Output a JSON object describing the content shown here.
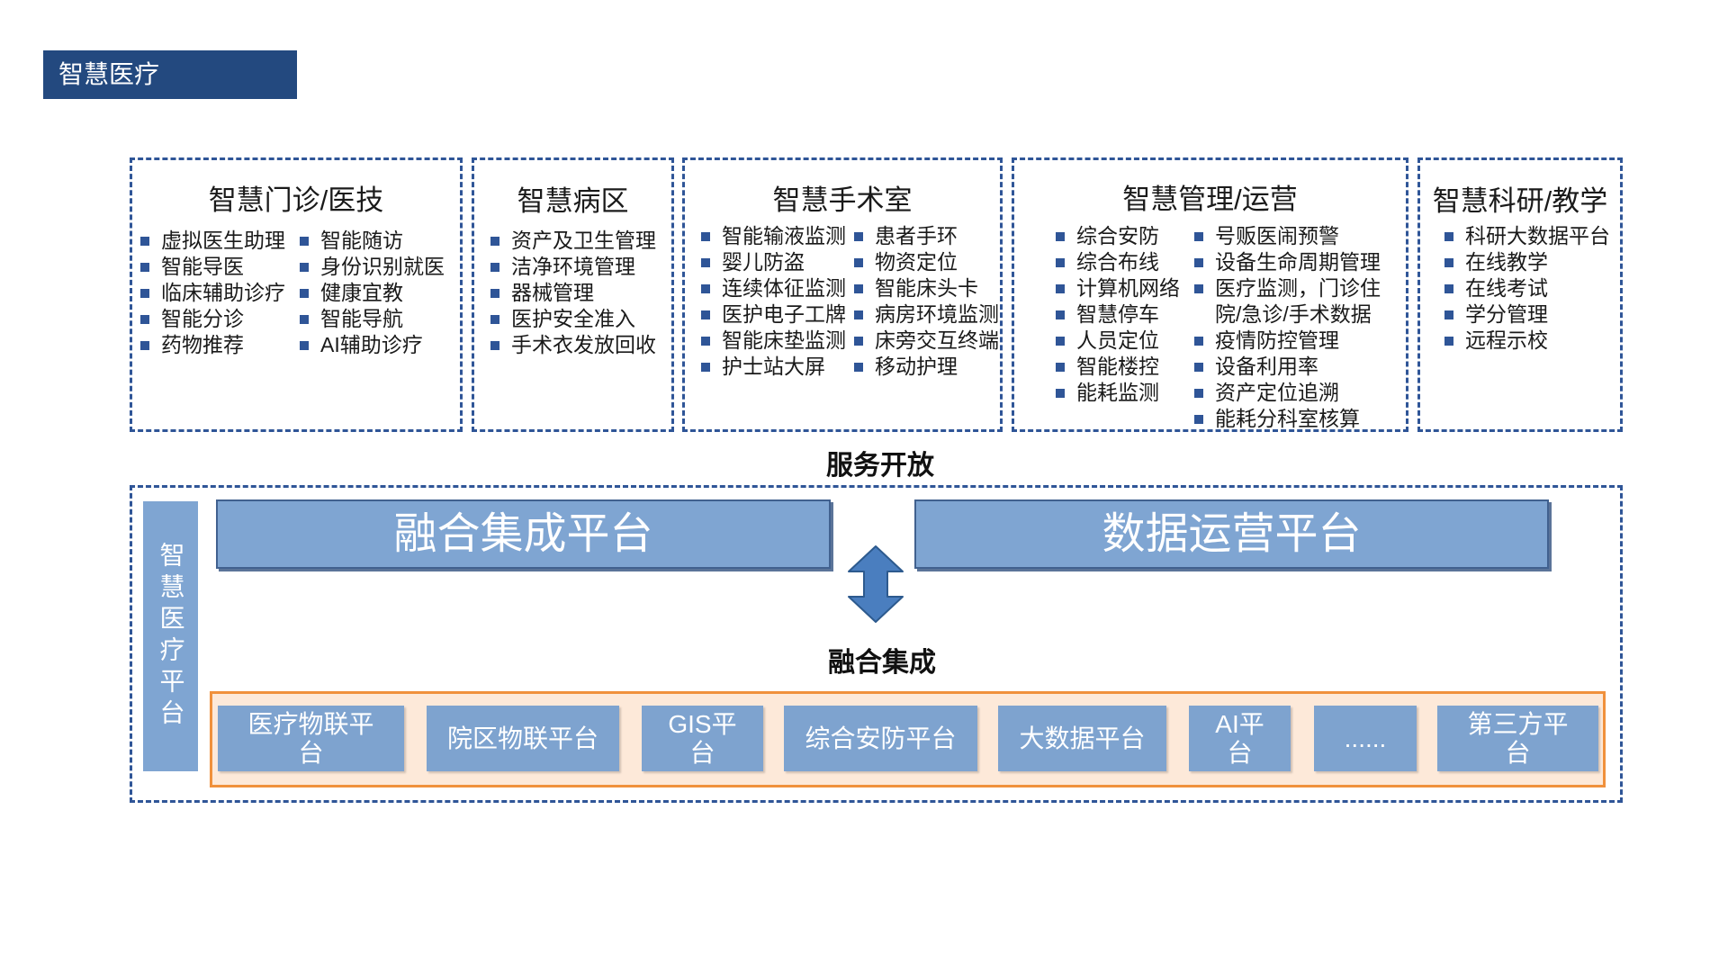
{
  "title": "智慧医疗",
  "modules": [
    {
      "title": "智慧门诊/医技",
      "columns": [
        [
          "虚拟医生助理",
          "智能导医",
          "临床辅助诊疗",
          "智能分诊",
          "药物推荐"
        ],
        [
          "智能随访",
          "身份识别就医",
          "健康宜教",
          "智能导航",
          "AI辅助诊疗"
        ]
      ]
    },
    {
      "title": "智慧病区",
      "columns": [
        [
          "资产及卫生管理",
          "洁净环境管理",
          "器械管理",
          "医护安全准入",
          "手术衣发放回收"
        ]
      ]
    },
    {
      "title": "智慧手术室",
      "columns": [
        [
          "智能输液监测",
          "婴儿防盗",
          "连续体征监测",
          "医护电子工牌",
          "智能床垫监测",
          "护士站大屏"
        ],
        [
          "患者手环",
          "物资定位",
          "智能床头卡",
          "病房环境监测",
          "床旁交互终端",
          "移动护理"
        ]
      ]
    },
    {
      "title": "智慧管理/运营",
      "columns": [
        [
          "综合安防",
          "综合布线",
          "计算机网络",
          "智慧停车",
          "人员定位",
          "智能楼控",
          "能耗监测"
        ],
        [
          "号贩医闹预警",
          "设备生命周期管理",
          "医疗监测，门诊住院/急诊/手术数据",
          "疫情防控管理",
          "设备利用率",
          "资产定位追溯",
          "能耗分科室核算"
        ]
      ]
    },
    {
      "title": "智慧科研/教学",
      "columns": [
        [
          "科研大数据平台",
          "在线教学",
          "在线考试",
          "学分管理",
          "远程示校"
        ]
      ]
    }
  ],
  "service_open_label": "服务开放",
  "platform": {
    "side_label": "智慧医疗平台",
    "top_platforms": [
      "融合集成平台",
      "数据运营平台"
    ],
    "integration_label": "融合集成",
    "sub_platforms": [
      "医疗物联平台",
      "院区物联平台",
      "GIS平台",
      "综合安防平台",
      "大数据平台",
      "AI平台",
      "......",
      "第三方平台"
    ]
  },
  "colors": {
    "title_bg": "#23497f",
    "dash_border": "#2f5597",
    "bullet": "#2f5597",
    "platform_fill": "#7fa5d2",
    "sub_platform_fill": "#7ea3cf",
    "orange_border": "#f0913c",
    "orange_fill": "#fde9d9",
    "arrow_fill": "#4a7ebf"
  }
}
